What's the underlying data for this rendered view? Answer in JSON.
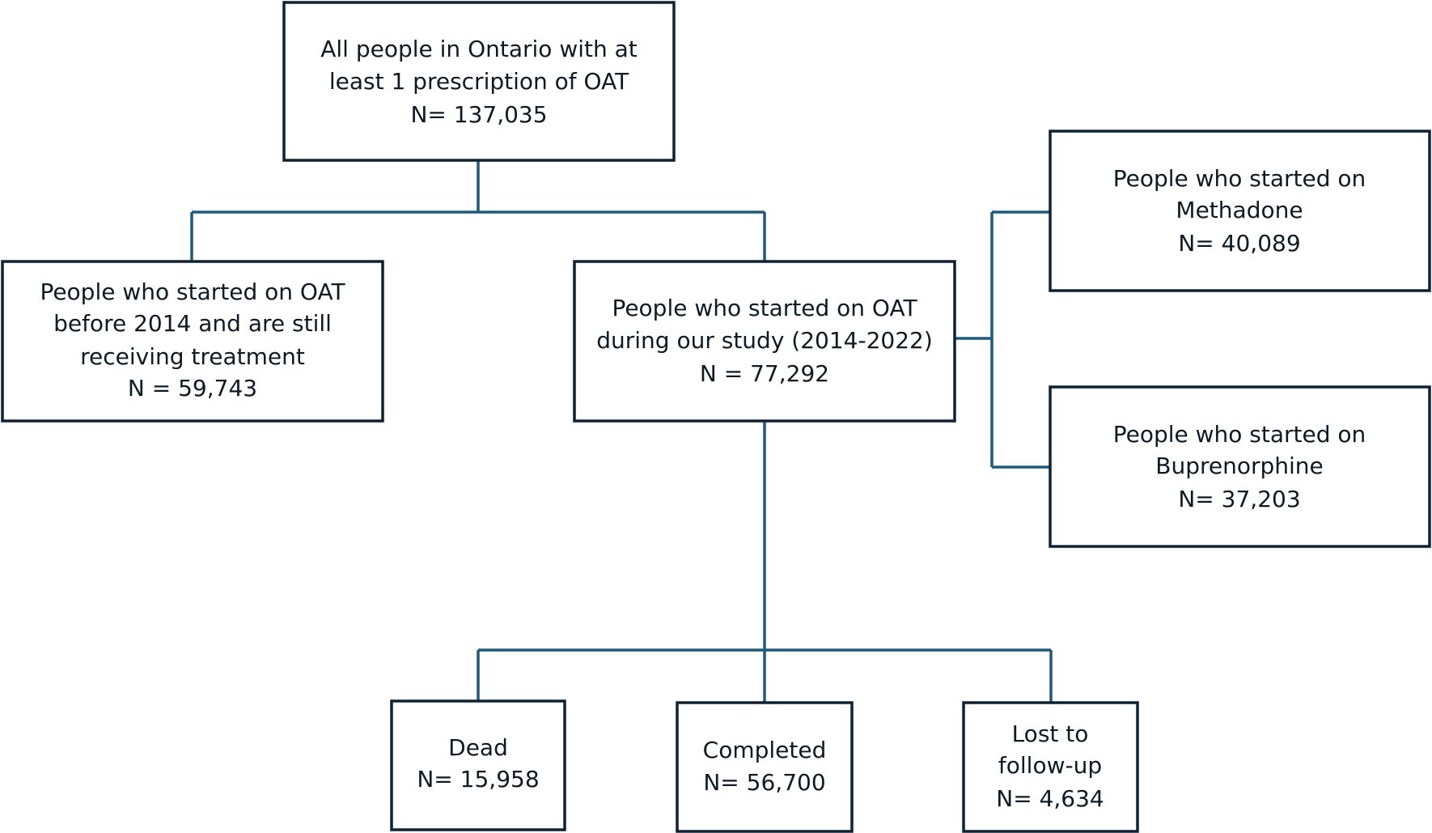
{
  "boxes": {
    "all_people": {
      "lines": [
        "All people in Ontario with at",
        "least 1 prescription of OAT",
        "N= 137,035"
      ]
    },
    "before_2014": {
      "lines": [
        "People who started on OAT",
        "before 2014 and are still",
        "receiving treatment",
        "N = 59,743"
      ]
    },
    "during_study": {
      "lines": [
        "People who started on OAT",
        "during our study (2014-2022)",
        "N = 77,292"
      ]
    },
    "methadone": {
      "lines": [
        "People who started on",
        "Methadone",
        "N= 40,089"
      ]
    },
    "buprenorphine": {
      "lines": [
        "People who started on",
        "Buprenorphine",
        "N= 37,203"
      ]
    },
    "dead": {
      "lines": [
        "Dead",
        "N= 15,958"
      ]
    },
    "completed": {
      "lines": [
        "Completed",
        "N= 56,700"
      ]
    },
    "lost": {
      "lines": [
        "Lost to",
        "follow-up",
        "N= 4,634"
      ]
    }
  },
  "colors": {
    "box_border": "#0e2233",
    "connector": "#1f5a7a",
    "text": "#0e1a24"
  }
}
